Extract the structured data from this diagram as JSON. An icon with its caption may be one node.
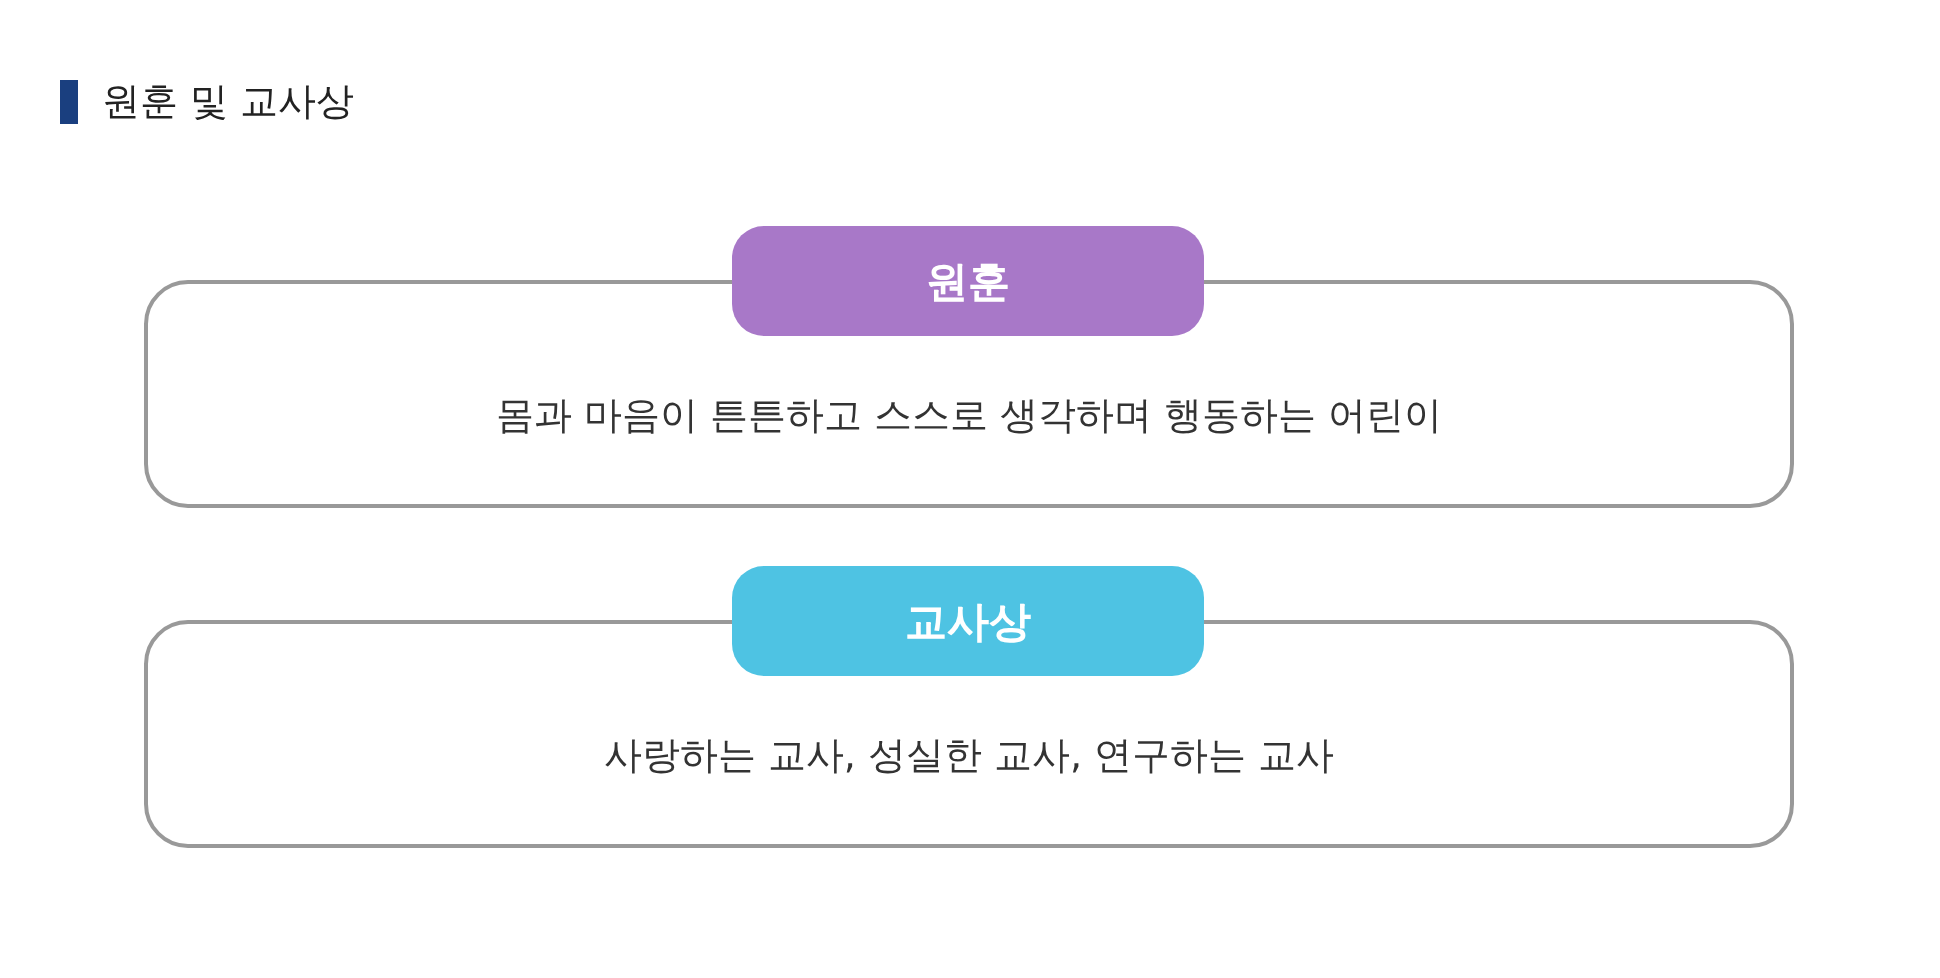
{
  "diagram": {
    "title": "원훈 및 교사상",
    "nodes": [
      {
        "text": [
          "원훈",
          "몸과 마음이 튼튼하고 스스로 생각하며 행동하는 어린이"
        ]
      },
      {
        "text": [
          "교사상",
          "사랑하는 교사, 성실한 교사, 연구하는 교사"
        ]
      }
    ]
  }
}
